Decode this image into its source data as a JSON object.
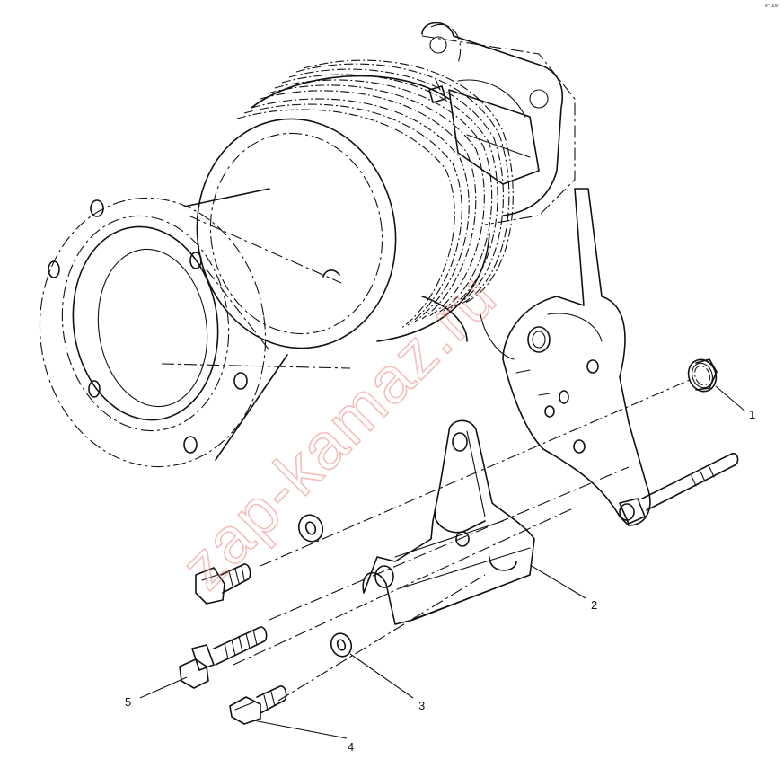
{
  "watermark": "zap-kamaz.ru",
  "corner_tag": "e° 000",
  "callouts": [
    {
      "id": "1",
      "label": "1"
    },
    {
      "id": "2",
      "label": "2"
    },
    {
      "id": "3",
      "label": "3"
    },
    {
      "id": "4",
      "label": "4"
    },
    {
      "id": "5",
      "label": "5"
    }
  ],
  "parts": [
    {
      "callout": "1",
      "part": "nut",
      "icon": "flange-nut-icon"
    },
    {
      "callout": "2",
      "part": "bracket",
      "icon": "bracket-icon"
    },
    {
      "callout": "3",
      "part": "washer",
      "icon": "washer-icon"
    },
    {
      "callout": "4",
      "part": "short bolt",
      "icon": "bolt-icon"
    },
    {
      "callout": "5",
      "part": "long bolt",
      "icon": "bolt-icon"
    }
  ]
}
